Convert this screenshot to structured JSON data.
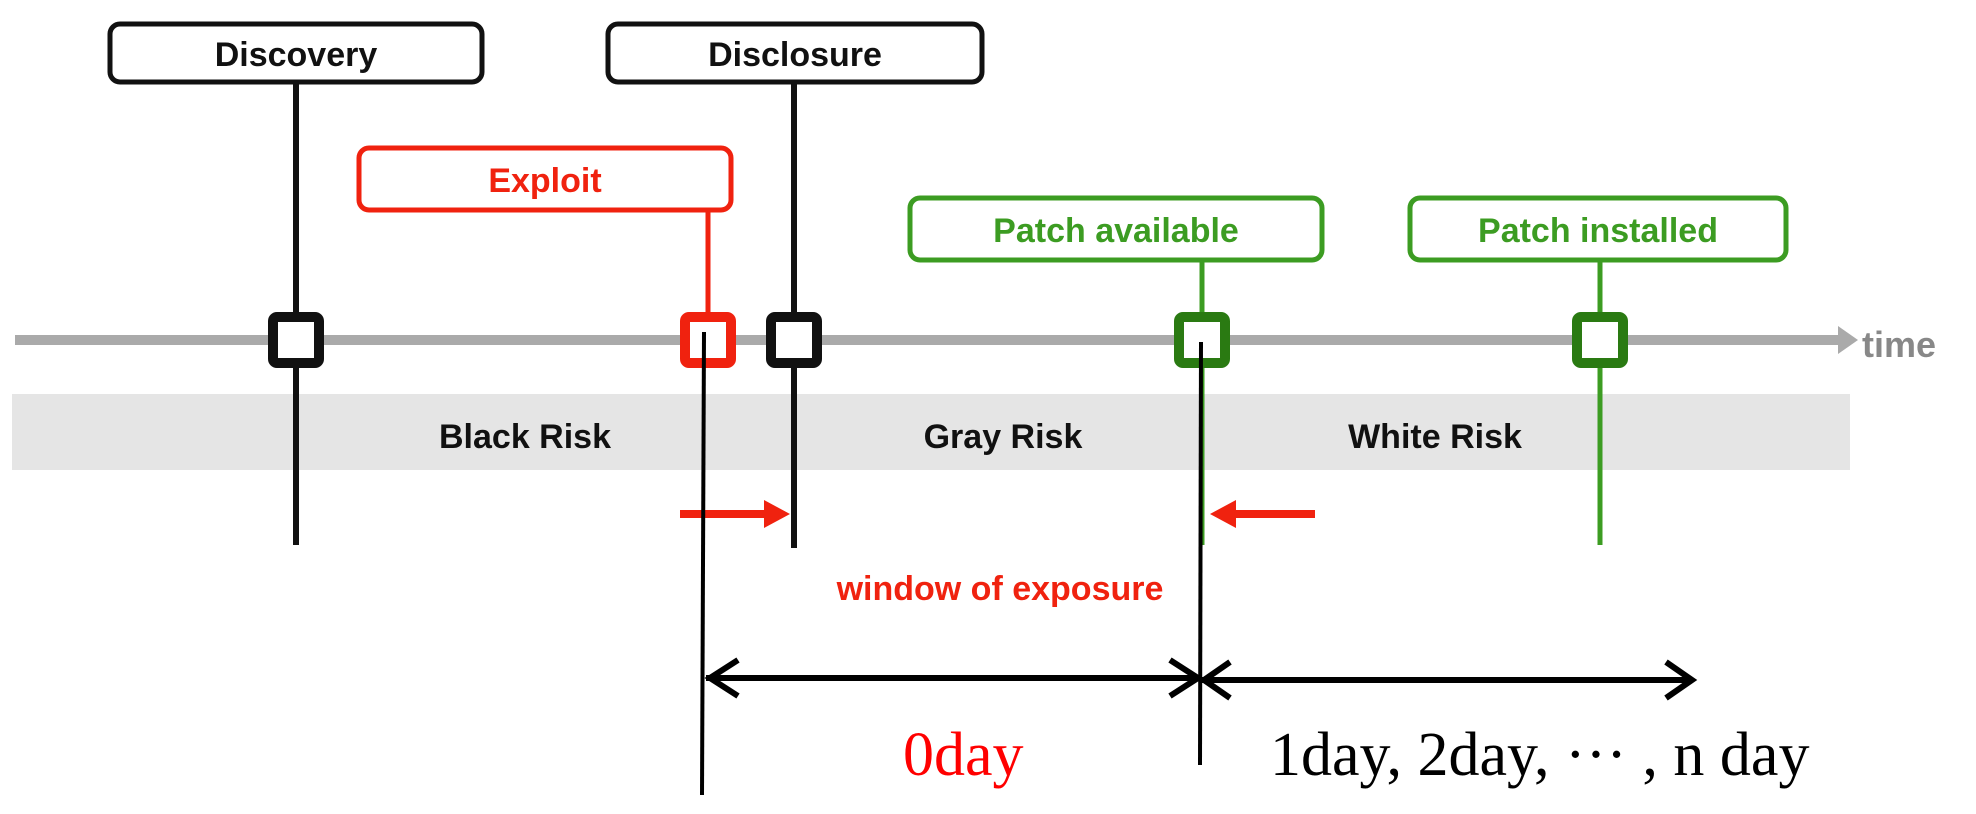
{
  "events": {
    "discovery": "Discovery",
    "disclosure": "Disclosure",
    "exploit": "Exploit",
    "patch_available": "Patch available",
    "patch_installed": "Patch installed"
  },
  "axis_label": "time",
  "risk_zones": {
    "black": "Black Risk",
    "gray": "Gray Risk",
    "white": "White Risk"
  },
  "window_label": "window of exposure",
  "periods": {
    "zero_day": "0day",
    "n_day": "1day, 2day, ··· , n day"
  },
  "colors": {
    "black": "#111111",
    "red": "#f0220f",
    "green": "#3c9c22",
    "dark_green": "#2a7a12",
    "timeline": "#aaaaaa",
    "band": "#e5e5e5"
  }
}
